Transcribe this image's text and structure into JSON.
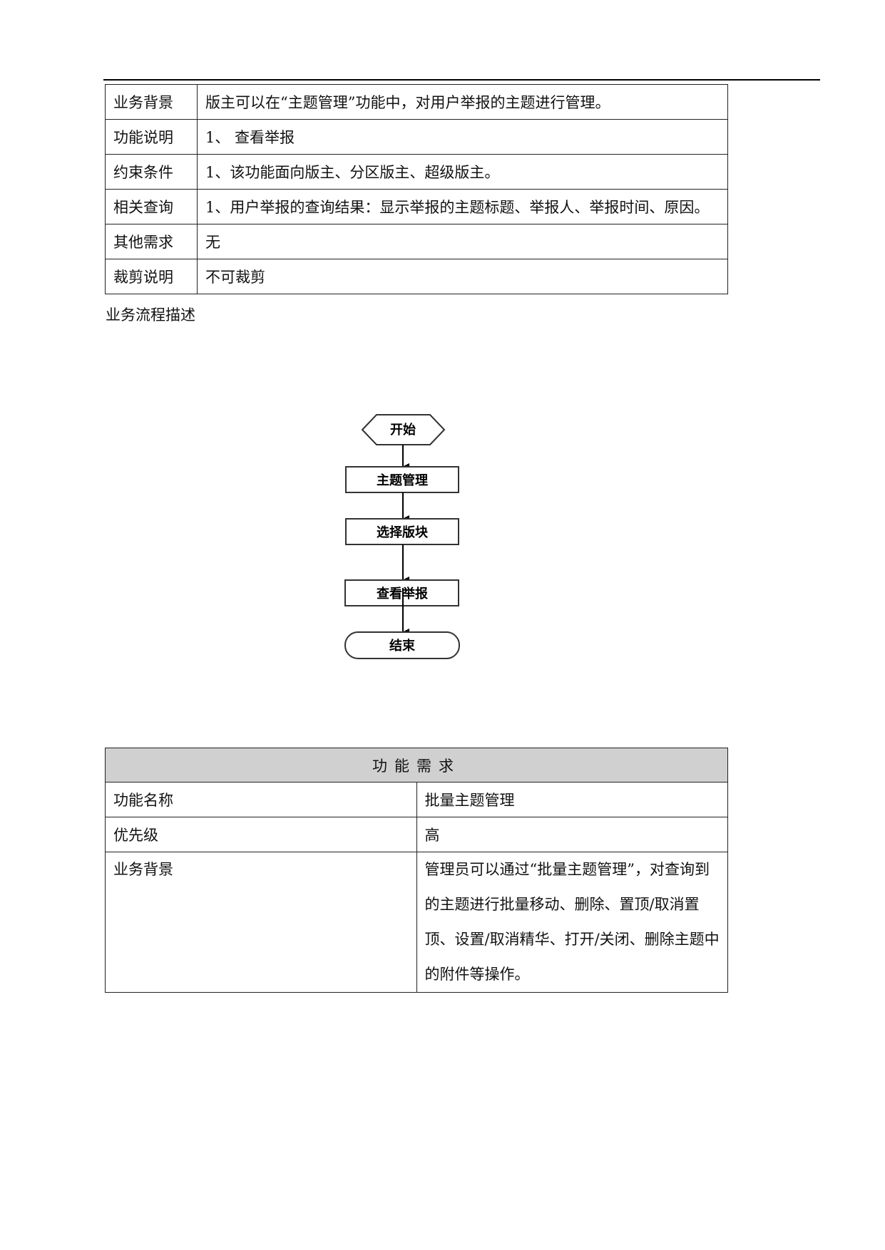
{
  "table1": {
    "rows": [
      {
        "label": "业务背景",
        "value": "版主可以在“主题管理”功能中，对用户举报的主题进行管理。"
      },
      {
        "label": "功能说明",
        "value": "1、 查看举报"
      },
      {
        "label": "约束条件",
        "value": "1、该功能面向版主、分区版主、超级版主。"
      },
      {
        "label": "相关查询",
        "value": "1、用户举报的查询结果：显示举报的主题标题、举报人、举报时间、原因。"
      },
      {
        "label": "其他需求",
        "value": "无"
      },
      {
        "label": "裁剪说明",
        "value": "不可裁剪"
      }
    ]
  },
  "flow": {
    "caption": "业务流程描述",
    "nodes": [
      "开始",
      "主题管理",
      "选择版块",
      "查看举报",
      "结束"
    ]
  },
  "table2": {
    "header": "功能需求",
    "rows": [
      {
        "label": "功能名称",
        "value": "批量主题管理"
      },
      {
        "label": "优先级",
        "value": "高"
      },
      {
        "label": "业务背景",
        "value": "管理员可以通过“批量主题管理”，对查询到的主题进行批量移动、删除、置顶/取消置顶、设置/取消精华、打开/关闭、删除主题中的附件等操作。"
      }
    ]
  }
}
